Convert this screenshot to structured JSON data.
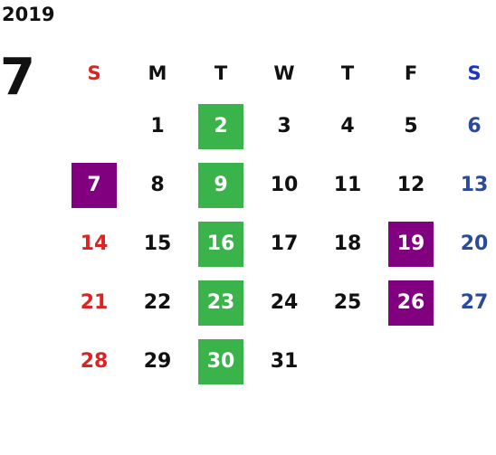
{
  "calendar": {
    "year": "2019",
    "month": "7",
    "weekdays": [
      "S",
      "M",
      "T",
      "W",
      "T",
      "F",
      "S"
    ],
    "days": [
      "",
      "1",
      "2",
      "3",
      "4",
      "5",
      "6",
      "7",
      "8",
      "9",
      "10",
      "11",
      "12",
      "13",
      "14",
      "15",
      "16",
      "17",
      "18",
      "19",
      "20",
      "21",
      "22",
      "23",
      "24",
      "25",
      "26",
      "27",
      "28",
      "29",
      "30",
      "31",
      "",
      "",
      ""
    ],
    "highlight_colors": {
      "green": "#3ab34a",
      "purple": "#800080",
      "sunday": "#dd2222",
      "saturday": "#2a4a9e"
    }
  }
}
